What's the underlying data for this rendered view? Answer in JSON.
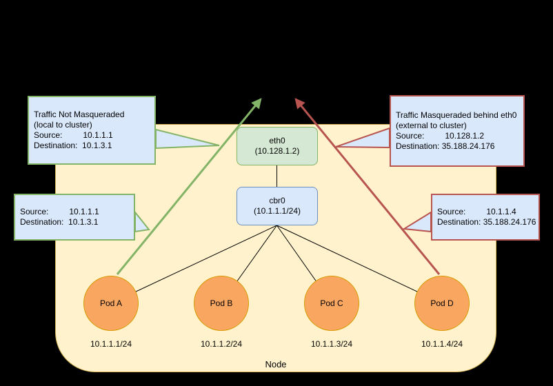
{
  "diagram": {
    "node": {
      "label": "Node",
      "interfaces": {
        "eth0": {
          "name": "eth0",
          "ip": "(10.128.1.2)"
        },
        "cbr0": {
          "name": "cbr0",
          "ip": "(10.1.1.1/24)"
        }
      },
      "pods": [
        {
          "name": "Pod A",
          "subnet": "10.1.1.1/24"
        },
        {
          "name": "Pod B",
          "subnet": "10.1.1.2/24"
        },
        {
          "name": "Pod C",
          "subnet": "10.1.1.3/24"
        },
        {
          "name": "Pod D",
          "subnet": "10.1.1.4/24"
        }
      ]
    },
    "callouts": {
      "not_masqueraded": {
        "lines": [
          "Traffic Not Masqueraded",
          "(local to cluster)",
          "Source:         10.1.1.1",
          "Destination:  10.1.3.1"
        ]
      },
      "not_masqueraded_detail": {
        "lines": [
          "Source:         10.1.1.1",
          "Destination:  10.1.3.1"
        ]
      },
      "masqueraded": {
        "lines": [
          "Traffic Masqueraded behind eth0",
          "(external to cluster)",
          "Source:         10.128.1.2",
          "Destination: 35.188.24.176"
        ]
      },
      "masqueraded_detail": {
        "lines": [
          "Source:         10.1.1.4",
          "Destination: 35.188.24.176"
        ]
      }
    },
    "colors": {
      "background": "#000000",
      "node_fill": "#FFF2CC",
      "node_stroke": "#D6B656",
      "eth0_fill": "#D5E8D4",
      "eth0_stroke": "#82B366",
      "cbr0_fill": "#DAE8FC",
      "cbr0_stroke": "#6C8EBF",
      "pod_fill": "#F9A660",
      "pod_stroke": "#D79B00",
      "callout_fill": "#DAE8FC",
      "green_arrow": "#82B366",
      "red_arrow": "#B85450"
    }
  }
}
